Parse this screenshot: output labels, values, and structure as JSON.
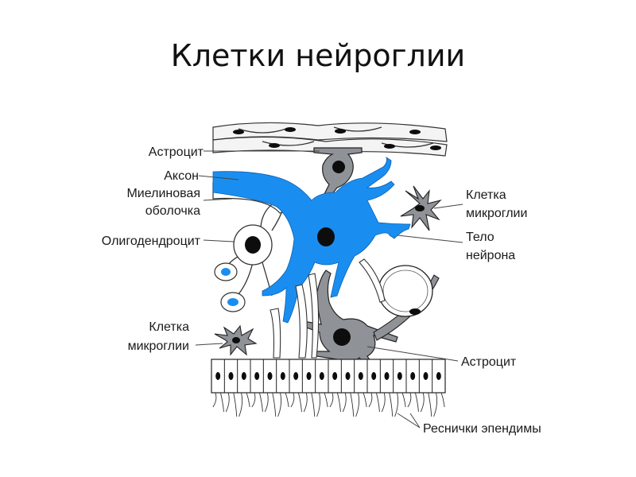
{
  "title": "Клетки нейроглии",
  "labels": {
    "astrocyte_top": "Астроцит",
    "axon": "Аксон",
    "myelin_1": "Миелиновая",
    "myelin_2": "оболочка",
    "oligodendrocyte": "Олигодендроцит",
    "microglia_left_1": "Клетка",
    "microglia_left_2": "микроглии",
    "microglia_right_1": "Клетка",
    "microglia_right_2": "микроглии",
    "neuron_body_1": "Тело",
    "neuron_body_2": "нейрона",
    "astrocyte_bottom": "Астроцит",
    "ependyma_cilia": "Реснички эпендимы"
  },
  "colors": {
    "neuron": "#1a8ef0",
    "cell_gray": "#8f9297",
    "nucleus": "#0d0d0d",
    "outline": "#222222"
  }
}
